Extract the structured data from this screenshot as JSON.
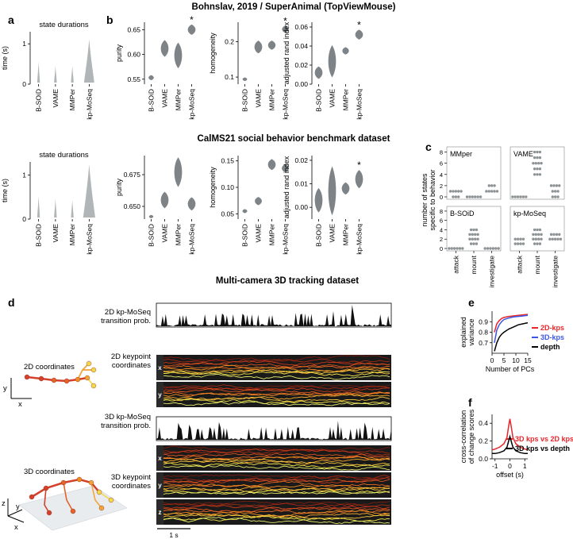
{
  "titles": {
    "top": "Bohnslav, 2019 / SuperAnimal (TopViewMouse)",
    "mid": "CalMS21 social behavior benchmark dataset",
    "bottom": "Multi-camera 3D tracking dataset"
  },
  "panel_letters": {
    "a": "a",
    "b": "b",
    "c": "c",
    "d": "d",
    "e": "e",
    "f": "f"
  },
  "colors": {
    "violin_gray": "#7d8386",
    "light_gray": "#b8bcbe",
    "dark_bg": "#1a1a1a",
    "red": "#e8262a",
    "blue": "#3c56e6",
    "black": "#000000",
    "heat_red": "#d9341c",
    "heat_orange": "#f08c21",
    "heat_yellow": "#f5e84a"
  },
  "chart_data": [
    {
      "id": "a_top",
      "type": "violin",
      "title": "state durations",
      "ylabel": "time (s)",
      "categories": [
        "B-SOiD",
        "VAME",
        "MMPer",
        "kp-MoSeq"
      ],
      "yticks": [
        0,
        1
      ],
      "ylim": [
        0,
        1.3
      ],
      "spread": [
        0.12,
        0.05,
        0.05,
        0.55
      ]
    },
    {
      "id": "b_top_purity",
      "type": "violin",
      "ylabel": "purity",
      "categories": [
        "B-SOiD",
        "VAME",
        "MMPer",
        "kp-MoSeq"
      ],
      "yticks": [
        0.55,
        0.6,
        0.65
      ],
      "ylim": [
        0.54,
        0.665
      ],
      "centers": [
        0.553,
        0.612,
        0.598,
        0.65
      ],
      "widths": [
        0.004,
        0.013,
        0.02,
        0.008
      ],
      "star": "*",
      "star_index": 3
    },
    {
      "id": "b_top_homogeneity",
      "type": "violin",
      "ylabel": "homogeneity",
      "categories": [
        "B-SOiD",
        "VAME",
        "MMPer",
        "kp-MoSeq"
      ],
      "yticks": [
        0.1,
        0.2
      ],
      "ylim": [
        0.08,
        0.255
      ],
      "centers": [
        0.094,
        0.185,
        0.19,
        0.235
      ],
      "widths": [
        0.004,
        0.014,
        0.01,
        0.008
      ],
      "star": "*",
      "star_index": 3
    },
    {
      "id": "b_top_ari",
      "type": "violin",
      "ylabel": "adjusted rand index",
      "categories": [
        "B-SOiD",
        "VAME",
        "MMPer",
        "kp-MoSeq"
      ],
      "yticks": [
        0.0,
        0.02,
        0.04,
        0.06
      ],
      "ylim": [
        0.0,
        0.065
      ],
      "centers": [
        0.012,
        0.024,
        0.035,
        0.052
      ],
      "widths": [
        0.005,
        0.013,
        0.003,
        0.004
      ],
      "star": "*",
      "star_index": 3
    },
    {
      "id": "a_mid",
      "type": "violin",
      "title": "state durations",
      "ylabel": "time (s)",
      "categories": [
        "B-SOiD",
        "VAME",
        "MMPer",
        "kp-MoSeq"
      ],
      "yticks": [
        0,
        1
      ],
      "ylim": [
        0,
        1.3
      ],
      "spread": [
        0.1,
        0.06,
        0.03,
        0.65
      ]
    },
    {
      "id": "b_mid_purity",
      "type": "violin",
      "ylabel": "purity",
      "categories": [
        "B-SOiD",
        "VAME",
        "MMPer",
        "kp-MoSeq"
      ],
      "yticks": [
        0.65,
        0.675
      ],
      "ylim": [
        0.64,
        0.69
      ],
      "centers": [
        0.642,
        0.655,
        0.677,
        0.652
      ],
      "widths": [
        0.001,
        0.005,
        0.009,
        0.004
      ]
    },
    {
      "id": "b_mid_homogeneity",
      "type": "violin",
      "ylabel": "homogeneity",
      "categories": [
        "B-SOiD",
        "VAME",
        "MMPer",
        "kp-MoSeq"
      ],
      "yticks": [
        0.05,
        0.1,
        0.15
      ],
      "ylim": [
        0.04,
        0.16
      ],
      "centers": [
        0.055,
        0.074,
        0.143,
        0.136
      ],
      "widths": [
        0.003,
        0.006,
        0.008,
        0.006
      ]
    },
    {
      "id": "b_mid_ari",
      "type": "violin",
      "ylabel": "adjusted rand index",
      "categories": [
        "B-SOiD",
        "VAME",
        "MMPer",
        "kp-MoSeq"
      ],
      "yticks": [
        0.0,
        0.01,
        0.02
      ],
      "ylim": [
        -0.005,
        0.022
      ],
      "centers": [
        0.003,
        0.007,
        0.008,
        0.012
      ],
      "widths": [
        0.004,
        0.008,
        0.002,
        0.003
      ],
      "star": "*",
      "star_index": 3
    },
    {
      "id": "c",
      "type": "dot_strip",
      "ylabel": "number of states\nspecific to behavior",
      "categories": [
        "attack",
        "mount",
        "investigate"
      ],
      "yticks": [
        0,
        2,
        4,
        6,
        8
      ],
      "ylim": [
        0,
        8.5
      ],
      "panels": [
        {
          "label": "MMper",
          "counts": [
            [
              0,
              1,
              1,
              1
            ],
            [
              0,
              0,
              0,
              0
            ],
            [
              1,
              1,
              1,
              2
            ]
          ]
        },
        {
          "label": "VAME",
          "counts": [
            [
              0,
              0,
              0,
              0
            ],
            [
              5,
              6,
              6,
              7,
              8,
              4
            ],
            [
              0,
              1,
              2,
              2
            ]
          ]
        },
        {
          "label": "B-SOiD",
          "counts": [
            [
              0,
              0,
              0,
              0
            ],
            [
              2,
              3,
              3,
              4,
              1,
              2
            ],
            [
              0,
              0,
              0,
              0
            ]
          ]
        },
        {
          "label": "kp-MoSeq",
          "counts": [
            [
              1,
              1,
              2,
              2
            ],
            [
              1,
              2,
              3,
              4,
              3,
              2
            ],
            [
              2,
              2,
              3,
              2,
              3
            ]
          ]
        }
      ]
    },
    {
      "id": "e",
      "type": "line",
      "xlabel": "Number of PCs",
      "ylabel": "explained\nvariance",
      "xticks": [
        0,
        5,
        10,
        15
      ],
      "yticks": [
        0.7,
        0.8,
        0.9
      ],
      "xlim": [
        0,
        15
      ],
      "ylim": [
        0.6,
        1.0
      ],
      "series": [
        {
          "name": "2D-kps",
          "color": "#e8262a",
          "x": [
            1,
            2,
            3,
            4,
            5,
            7,
            9,
            11,
            13,
            15
          ],
          "y": [
            0.8,
            0.88,
            0.91,
            0.93,
            0.94,
            0.95,
            0.955,
            0.96,
            0.965,
            0.97
          ]
        },
        {
          "name": "3D-kps",
          "color": "#3c56e6",
          "x": [
            1,
            2,
            3,
            4,
            5,
            7,
            9,
            11,
            13,
            15
          ],
          "y": [
            0.7,
            0.82,
            0.87,
            0.9,
            0.92,
            0.935,
            0.945,
            0.95,
            0.955,
            0.96
          ]
        },
        {
          "name": "depth",
          "color": "#000000",
          "x": [
            1,
            2,
            3,
            4,
            5,
            7,
            9,
            11,
            13,
            15
          ],
          "y": [
            0.62,
            0.7,
            0.75,
            0.78,
            0.8,
            0.83,
            0.85,
            0.87,
            0.88,
            0.89
          ]
        }
      ]
    },
    {
      "id": "f",
      "type": "line",
      "xlabel": "offset (s)",
      "ylabel": "cross-correlation\nof change scores",
      "xticks": [
        -1,
        0,
        1
      ],
      "yticks": [
        0.0,
        0.2,
        0.4
      ],
      "xlim": [
        -1.2,
        1.2
      ],
      "ylim": [
        0,
        0.5
      ],
      "series": [
        {
          "name": "3D kps vs 2D kps",
          "color": "#e8262a",
          "x": [
            -1.2,
            -1,
            -0.7,
            -0.4,
            -0.2,
            -0.1,
            0,
            0.1,
            0.2,
            0.4,
            0.7,
            1,
            1.2
          ],
          "y": [
            0.1,
            0.11,
            0.13,
            0.17,
            0.24,
            0.35,
            0.45,
            0.35,
            0.24,
            0.17,
            0.13,
            0.11,
            0.1
          ]
        },
        {
          "name": "3D kps vs depth",
          "color": "#000000",
          "x": [
            -1.2,
            -1,
            -0.7,
            -0.4,
            -0.2,
            -0.1,
            0,
            0.1,
            0.2,
            0.4,
            0.7,
            1,
            1.2
          ],
          "y": [
            0.06,
            0.06,
            0.07,
            0.09,
            0.13,
            0.19,
            0.25,
            0.19,
            0.13,
            0.09,
            0.07,
            0.06,
            0.06
          ]
        }
      ]
    }
  ],
  "panel_d": {
    "coord_2d_label": "2D coordinates",
    "coord_3d_label": "3D coordinates",
    "axis_x": "x",
    "axis_y": "y",
    "axis_z": "z",
    "trans_2d": "2D kp-MoSeq\ntransition prob.",
    "kp_2d": "2D keypoint\ncoordinates",
    "trans_3d": "3D kp-MoSeq\ntransition prob.",
    "kp_3d": "3D keypoint\ncoordinates",
    "row_labels_2d": [
      "x",
      "y"
    ],
    "row_labels_3d": [
      "x",
      "y",
      "z"
    ],
    "scalebar": "1 s"
  }
}
